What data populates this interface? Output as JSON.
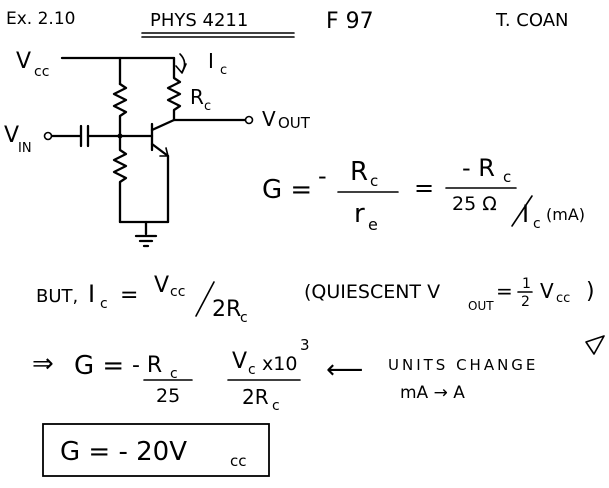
{
  "header": {
    "example": "Ex. 2.10",
    "course": "PHYS 4211",
    "term": "F 97",
    "author": "T. COAN"
  },
  "circuit": {
    "vcc_label": "V",
    "vcc_sub": "cc",
    "vin_label": "V",
    "vin_sub": "IN",
    "vout_label": "V",
    "vout_sub": "OUT",
    "ic_label": "I",
    "ic_sub": "c",
    "rc_label": "R",
    "rc_sub": "c"
  },
  "gain_eq": {
    "lhs": "G =",
    "minus1": "-",
    "num1": "R",
    "num1_sub": "c",
    "den1": "r",
    "den1_sub": "e",
    "eq": "=",
    "num2": "- R",
    "num2_sub": "c",
    "den2a": "25 Ω",
    "den2b": "I",
    "den2b_sub": "c",
    "den2c": "(mA)"
  },
  "but_line": {
    "but": "BUT,",
    "ic": "I",
    "ic_sub": "c",
    "eq": "=",
    "vcc": "V",
    "vcc_sub": "cc",
    "den": "2R",
    "den_sub": "c",
    "quiescent": "(QUIESCENT V",
    "vout_sub": "OUT",
    "eq2": "=",
    "half_num": "1",
    "half_den": "2",
    "vcc2": "V",
    "vcc2_sub": "cc",
    "close": ")"
  },
  "second_eq": {
    "implies": "⇒",
    "lhs": "G =",
    "num1": "- R",
    "num1_sub": "c",
    "den1": "25",
    "num2": "V",
    "num2_sub": "c",
    "num2_tail": "x10",
    "exp": "3",
    "den2": "2R",
    "den2_sub": "c",
    "arrow": "⟵",
    "note1": "UNITS CHANGE",
    "note2": "mA → A"
  },
  "result": {
    "text": "G = - 20V",
    "sub": "cc"
  }
}
